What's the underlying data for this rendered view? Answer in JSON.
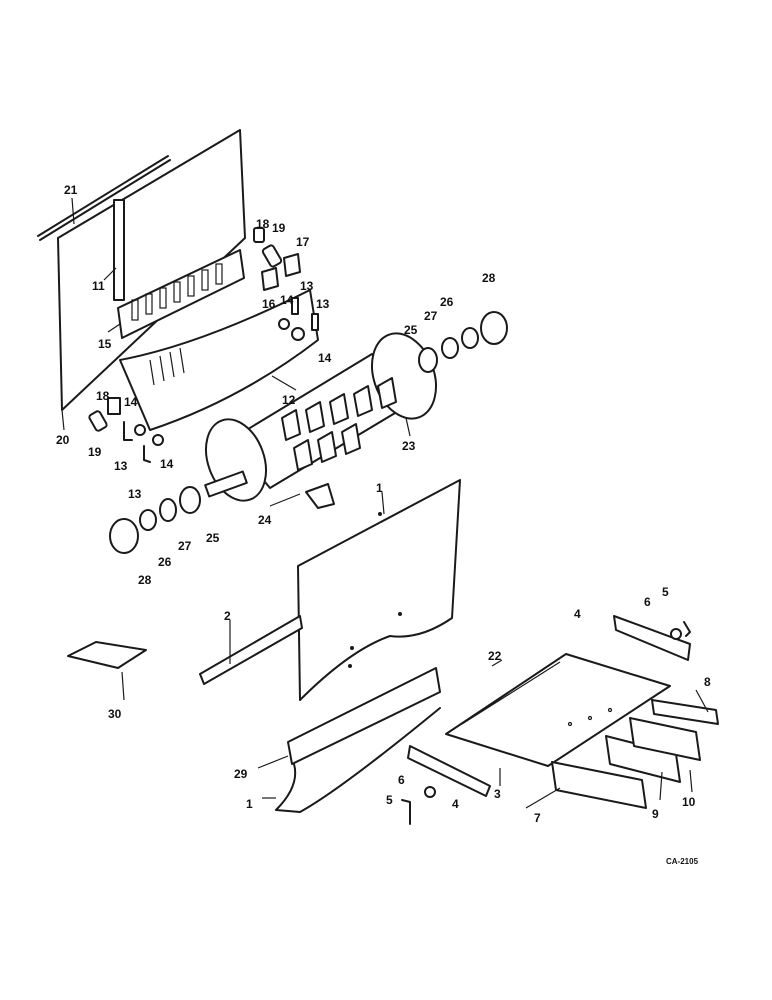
{
  "drawing_code": "CA-2105",
  "callouts": [
    "1",
    "2",
    "3",
    "4",
    "5",
    "6",
    "7",
    "8",
    "9",
    "10",
    "11",
    "12",
    "13",
    "14",
    "15",
    "16",
    "17",
    "18",
    "19",
    "20",
    "21",
    "22",
    "23",
    "24",
    "25",
    "26",
    "27",
    "28",
    "29",
    "30"
  ],
  "colors": {
    "ink": "#1a1a1a",
    "paper": "#ffffff"
  }
}
